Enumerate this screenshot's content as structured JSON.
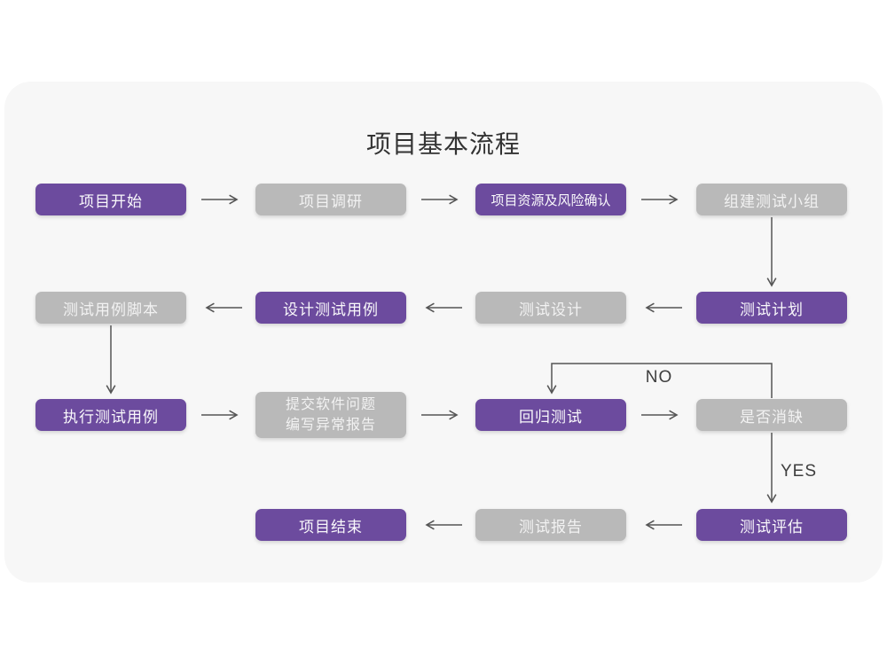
{
  "title": "项目基本流程",
  "nodes": [
    {
      "id": "project-start",
      "label": "项目开始",
      "variant": "purple"
    },
    {
      "id": "project-research",
      "label": "项目调研",
      "variant": "gray"
    },
    {
      "id": "resources-risk",
      "label": "项目资源及风险确认",
      "variant": "purple"
    },
    {
      "id": "build-test-team",
      "label": "组建测试小组",
      "variant": "gray"
    },
    {
      "id": "test-plan",
      "label": "测试计划",
      "variant": "purple"
    },
    {
      "id": "test-design",
      "label": "测试设计",
      "variant": "gray"
    },
    {
      "id": "design-test-cases",
      "label": "设计测试用例",
      "variant": "purple"
    },
    {
      "id": "test-case-scripts",
      "label": "测试用例脚本",
      "variant": "gray"
    },
    {
      "id": "execute-test-cases",
      "label": "执行测试用例",
      "variant": "purple"
    },
    {
      "id": "submit-issue-report",
      "lines": [
        "提交软件问题",
        "编写异常报告"
      ],
      "variant": "gray"
    },
    {
      "id": "regression-test",
      "label": "回归测试",
      "variant": "purple"
    },
    {
      "id": "defect-cleared",
      "label": "是否消缺",
      "variant": "gray"
    },
    {
      "id": "test-evaluation",
      "label": "测试评估",
      "variant": "purple"
    },
    {
      "id": "test-report",
      "label": "测试报告",
      "variant": "gray"
    },
    {
      "id": "project-end",
      "label": "项目结束",
      "variant": "purple"
    }
  ],
  "edge_labels": {
    "no": "NO",
    "yes": "YES"
  },
  "colors": {
    "node_purple": "#6C4B9E",
    "node_gray": "#B9B9B9",
    "card_bg": "#F7F7F7",
    "arrow": "#555555",
    "title_color": "#333333",
    "label_color": "#3E3E3E"
  }
}
